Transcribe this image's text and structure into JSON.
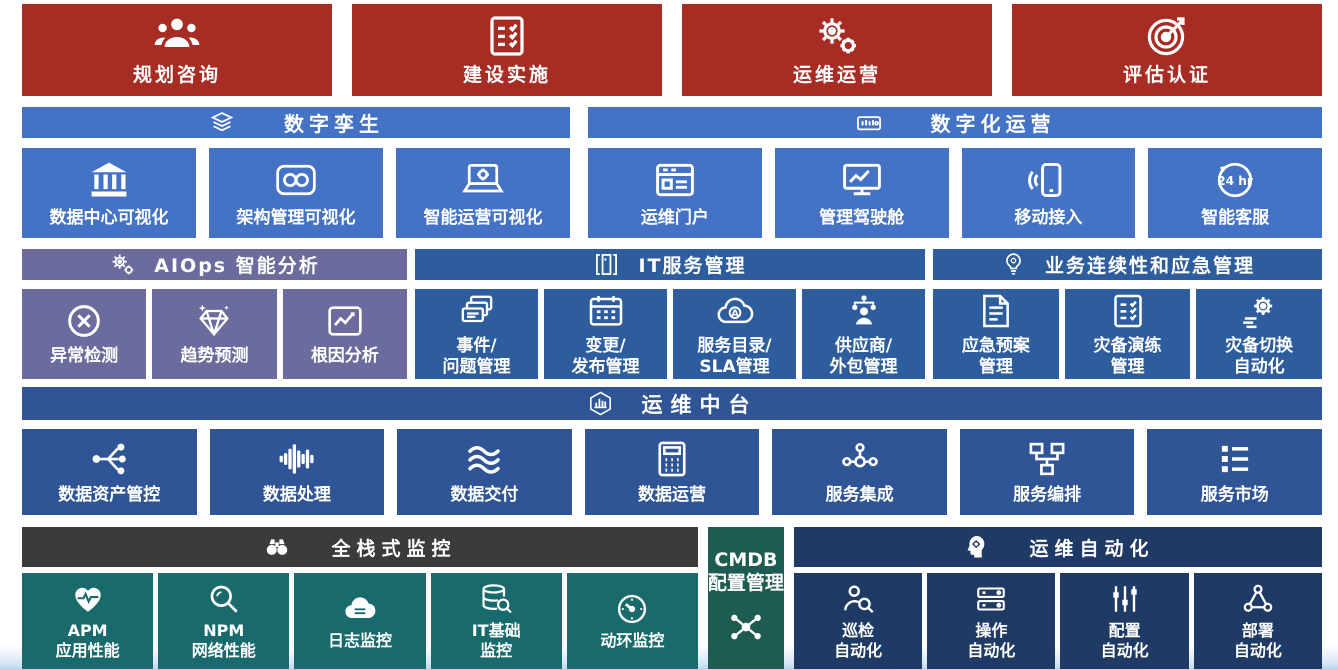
{
  "colors": {
    "red": "#A72C24",
    "blue": "#4472C4",
    "purple": "#6B6B9D",
    "mid_blue": "#2E5D9E",
    "navy": "#2F5597",
    "charcoal": "#3B3B3B",
    "teal": "#186A6D",
    "green": "#1E5B51",
    "dark_navy": "#203A66"
  },
  "phases": [
    {
      "label": "规划咨询",
      "icon": "people-icon"
    },
    {
      "label": "建设实施",
      "icon": "checklist-icon"
    },
    {
      "label": "运维运营",
      "icon": "gears-icon"
    },
    {
      "label": "评估认证",
      "icon": "target-icon"
    }
  ],
  "digital": {
    "twin": {
      "header": {
        "label": "数字孪生",
        "icon": "layers-icon"
      },
      "items": [
        {
          "label": "数据中心可视化",
          "icon": "bank-icon"
        },
        {
          "label": "架构管理可视化",
          "icon": "glasses-icon"
        },
        {
          "label": "智能运营可视化",
          "icon": "laptop-gear-icon"
        }
      ]
    },
    "ops": {
      "header": {
        "label": "数字化运营",
        "icon": "projector-icon"
      },
      "items": [
        {
          "label": "运维门户",
          "icon": "browser-icon"
        },
        {
          "label": "管理驾驶舱",
          "icon": "monitor-chart-icon"
        },
        {
          "label": "移动接入",
          "icon": "mobile-signal-icon"
        },
        {
          "label": "智能客服",
          "icon": "service-24hr-icon"
        }
      ]
    }
  },
  "analysis": {
    "aiops": {
      "header": {
        "label": "AIOps 智能分析",
        "icon": "double-gears-icon"
      },
      "items": [
        {
          "label": "异常检测",
          "icon": "error-circle-icon"
        },
        {
          "label": "趋势预测",
          "icon": "diamond-sparkle-icon"
        },
        {
          "label": "根因分析",
          "icon": "line-chart-icon"
        }
      ]
    },
    "itsm": {
      "header": {
        "label": "IT服务管理",
        "icon": "library-icon"
      },
      "items": [
        {
          "label": "事件/\n问题管理",
          "icon": "stacked-cards-icon"
        },
        {
          "label": "变更/\n发布管理",
          "icon": "calendar-icon"
        },
        {
          "label": "服务目录/\nSLA管理",
          "icon": "cloud-a-icon"
        },
        {
          "label": "供应商/\n外包管理",
          "icon": "org-person-icon"
        }
      ]
    },
    "bcm": {
      "header": {
        "label": "业务连续性和应急管理",
        "icon": "bulb-gear-icon"
      },
      "items": [
        {
          "label": "应急预案\n管理",
          "icon": "document-icon"
        },
        {
          "label": "灾备演练\n管理",
          "icon": "clipboard-check-icon"
        },
        {
          "label": "灾备切换\n自动化",
          "icon": "gear-motion-icon"
        }
      ]
    }
  },
  "middle_platform": {
    "header": {
      "label": "运维中台",
      "icon": "hexagon-building-icon"
    },
    "items": [
      {
        "label": "数据资产管控",
        "icon": "share-nodes-icon"
      },
      {
        "label": "数据处理",
        "icon": "waveform-icon"
      },
      {
        "label": "数据交付",
        "icon": "waves-icon"
      },
      {
        "label": "数据运营",
        "icon": "calculator-icon"
      },
      {
        "label": "服务集成",
        "icon": "connected-nodes-icon"
      },
      {
        "label": "服务编排",
        "icon": "flow-boxes-icon"
      },
      {
        "label": "服务市场",
        "icon": "list-icon"
      }
    ]
  },
  "monitoring": {
    "header": {
      "label": "全栈式监控",
      "icon": "binoculars-icon"
    },
    "items": [
      {
        "label": "APM\n应用性能",
        "icon": "heart-pulse-icon"
      },
      {
        "label": "NPM\n网络性能",
        "icon": "magnifier-icon"
      },
      {
        "label": "日志监控",
        "icon": "cloud-lines-icon"
      },
      {
        "label": "IT基础\n监控",
        "icon": "database-magnifier-icon"
      },
      {
        "label": "动环监控",
        "icon": "gauge-icon"
      }
    ]
  },
  "cmdb": {
    "label": "CMDB\n配置管理",
    "icon": "molecule-icon"
  },
  "automation": {
    "header": {
      "label": "运维自动化",
      "icon": "head-gear-icon"
    },
    "items": [
      {
        "label": "巡检\n自动化",
        "icon": "person-magnifier-icon"
      },
      {
        "label": "操作\n自动化",
        "icon": "keyboard-icon"
      },
      {
        "label": "配置\n自动化",
        "icon": "sliders-icon"
      },
      {
        "label": "部署\n自动化",
        "icon": "nodes-triangle-icon"
      }
    ]
  }
}
